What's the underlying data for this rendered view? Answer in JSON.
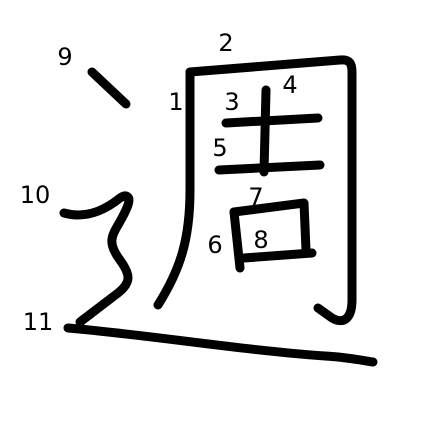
{
  "character": "週",
  "colors": {
    "ink": "#000000",
    "background": "#ffffff"
  },
  "stroke_numbers": [
    "1",
    "2",
    "3",
    "4",
    "5",
    "6",
    "7",
    "8",
    "9",
    "10",
    "11"
  ]
}
